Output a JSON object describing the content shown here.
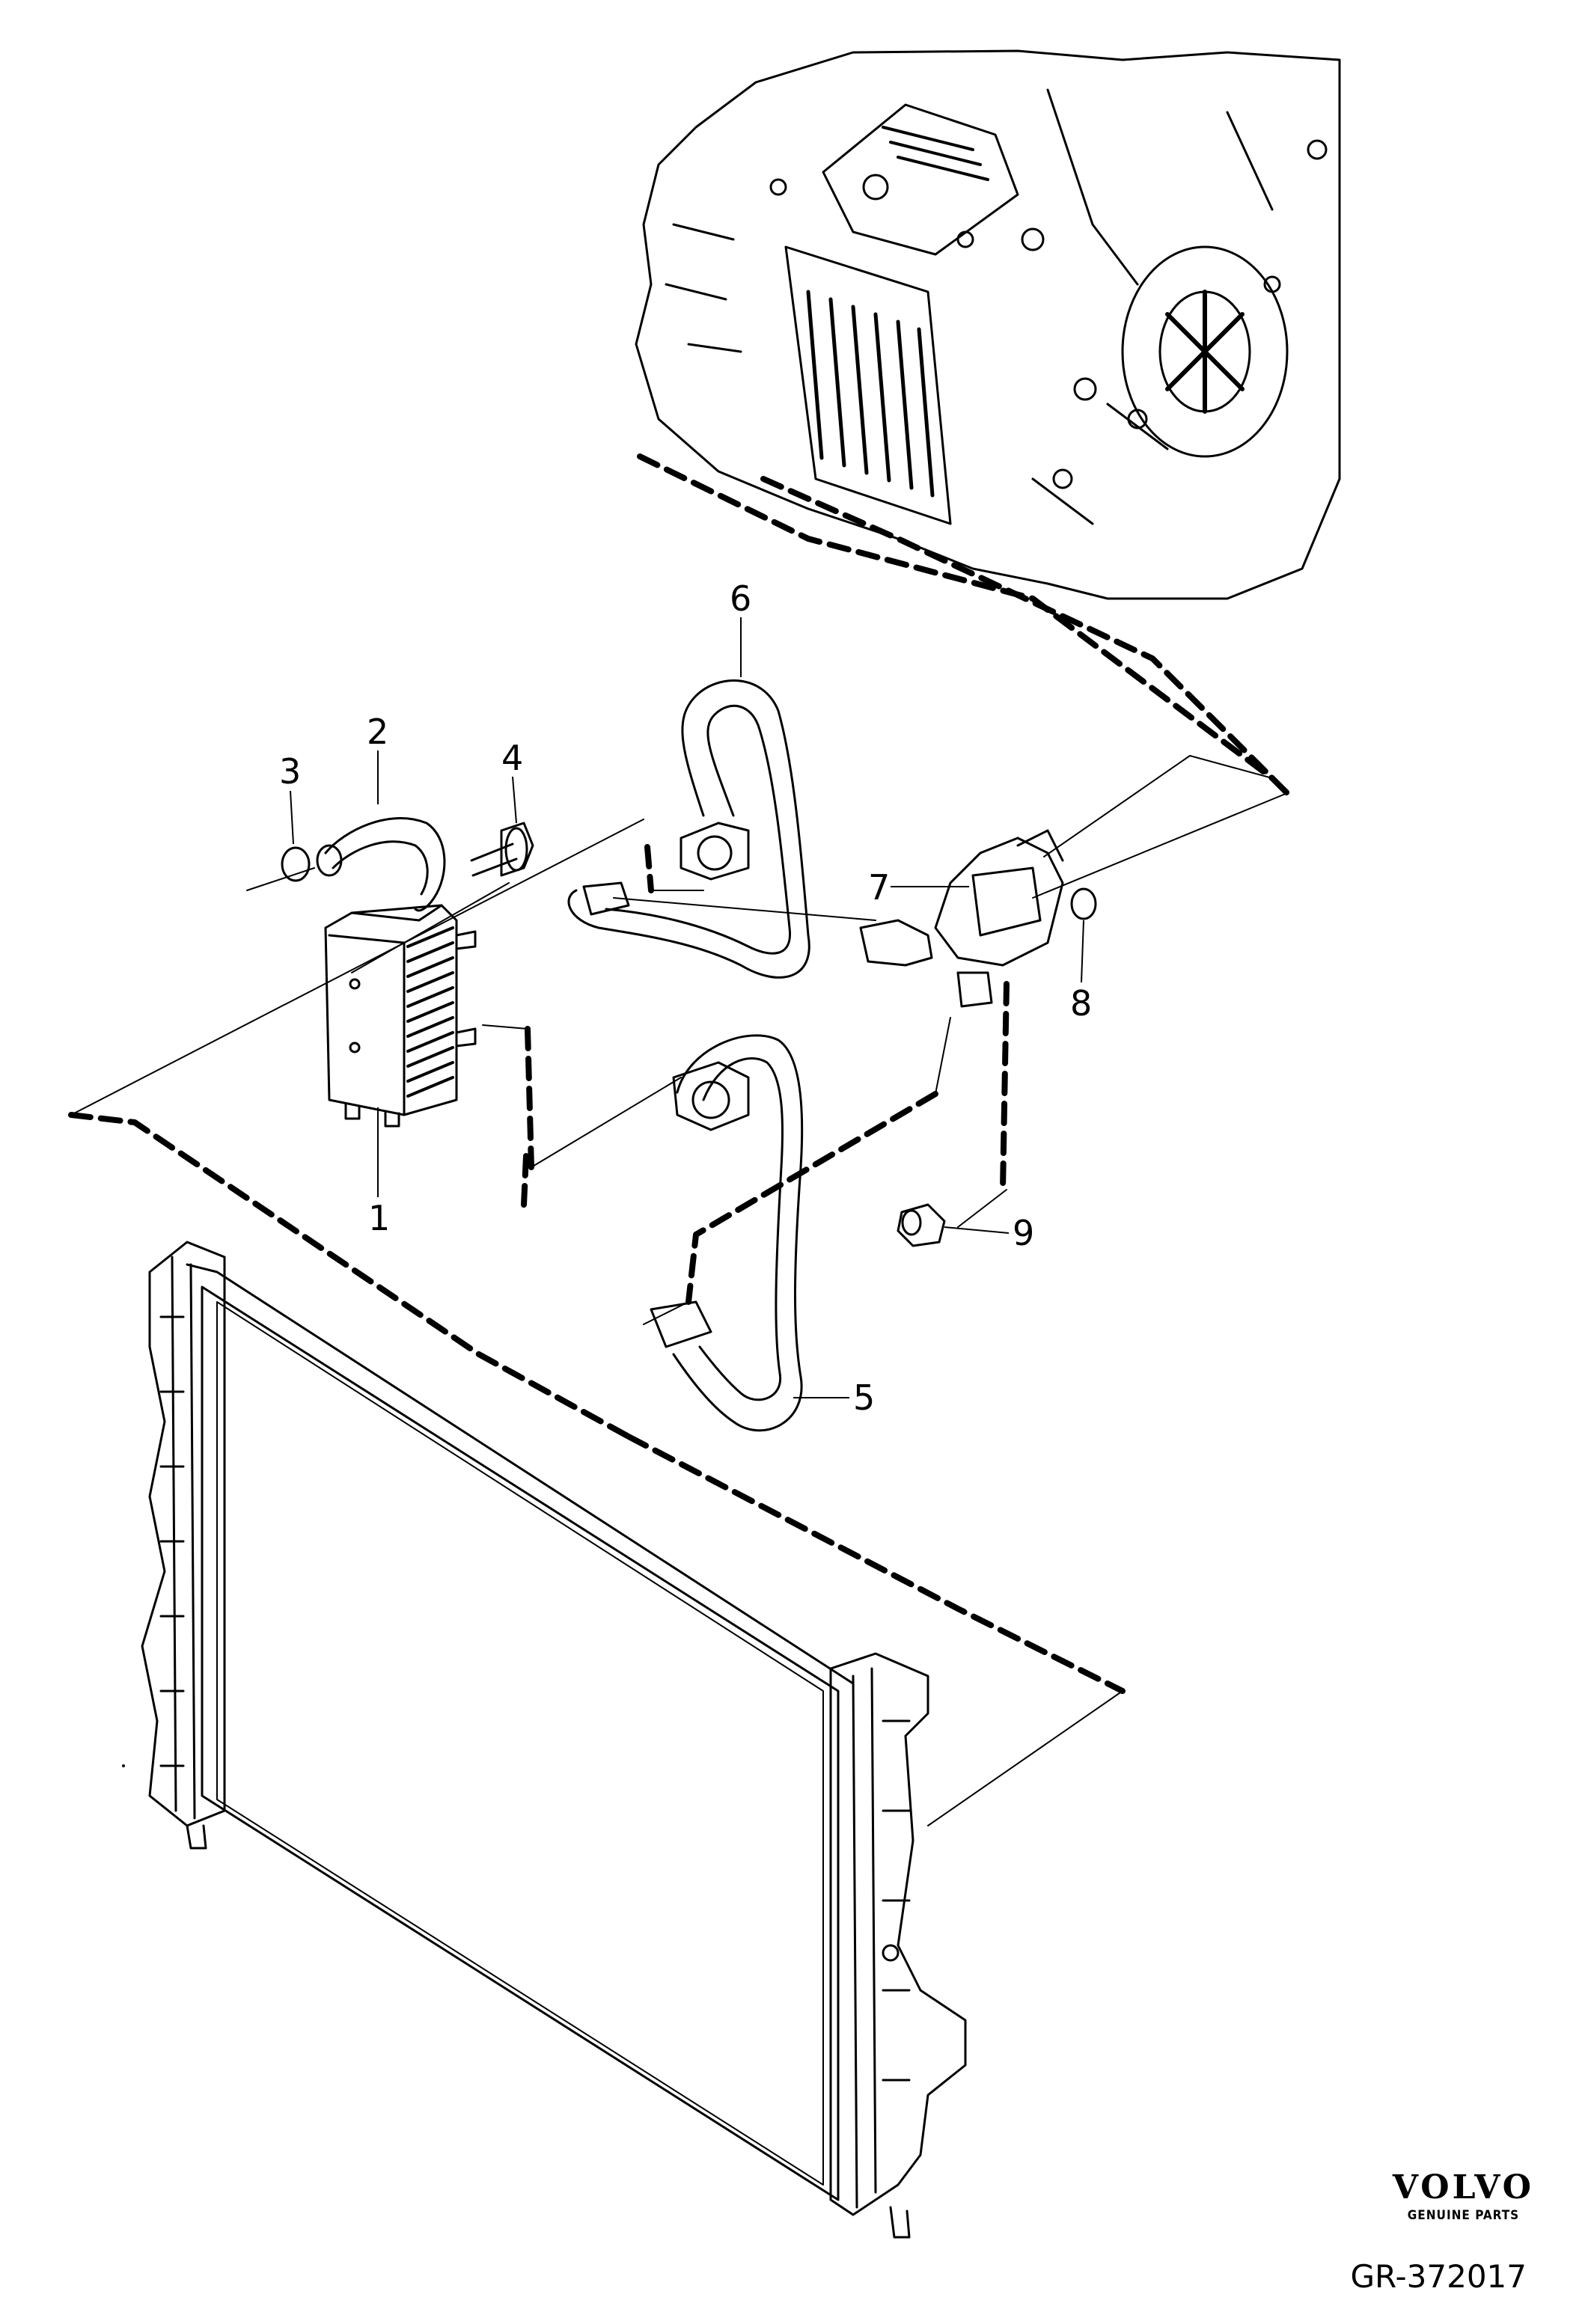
{
  "callouts": [
    "1",
    "2",
    "3",
    "4",
    "5",
    "6",
    "7",
    "8",
    "9"
  ],
  "brand": {
    "logo": "VOLVO",
    "subtitle": "GENUINE PARTS"
  },
  "figure_id": "GR-372017"
}
